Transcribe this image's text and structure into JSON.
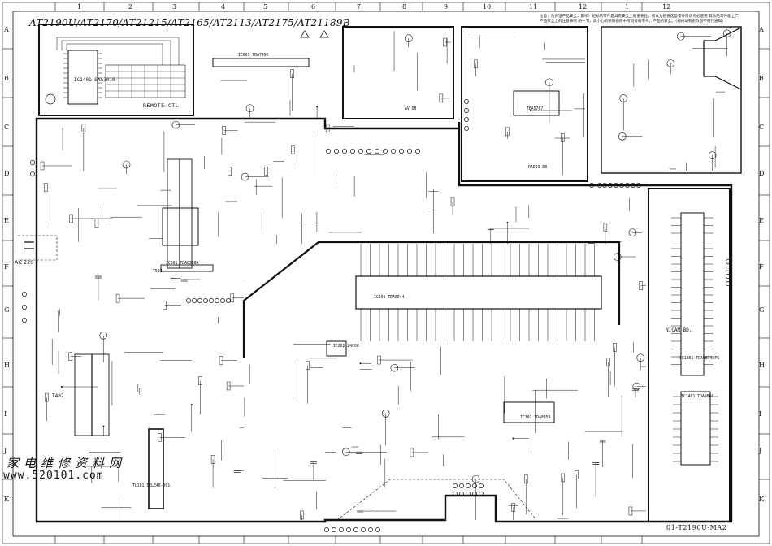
{
  "title": "AT2190U/AT2170/AT21215/AT2165/AT2113/AT2175/AT21189B",
  "note": "注意：为保证产品安全，影响！记号的零件是具有安全上的重要性，所以为替换这些零件时请务必使用 其他的零件能上广产品安全上的注意事项 的一节。调小心的项目指称中所记号的零件，产品的安全。（规格如有更改恕不另行通知）",
  "column_numbers": [
    "1",
    "2",
    "3",
    "4",
    "5",
    "6",
    "7",
    "8",
    "9",
    "10",
    "11",
    "12"
  ],
  "row_letters": [
    "A",
    "B",
    "C",
    "D",
    "E",
    "F",
    "G",
    "H",
    "I",
    "J",
    "K"
  ],
  "blocks": {
    "remote_ic": "IC1401 SAA3010",
    "remote_label": "REMOTE CTL",
    "audio_ic": "IC601 TDA7496",
    "power_ic": "IC501 TDA8380A",
    "main_ic": "IC201 TDA8844",
    "eeprom": "IC202 24C08",
    "vertical_ic": "IC301 TDA8359",
    "nicam_label": "NICAM BD.",
    "nicam_ic": "IC1801 TDA9874APS",
    "sound_ic": "IC1401 TDA9860",
    "radio_label": "RADIO DB",
    "radio_ic": "TEA5767",
    "av_label": "AV DB",
    "tuner": "TU101 TELE48-D01",
    "transformer": "T503",
    "ac_input": "AC 220",
    "fbt": "T402",
    "model": "01-T2190U-MA2"
  },
  "watermark": {
    "line1": "家电维修资料网",
    "line2": "www.520101.com"
  }
}
